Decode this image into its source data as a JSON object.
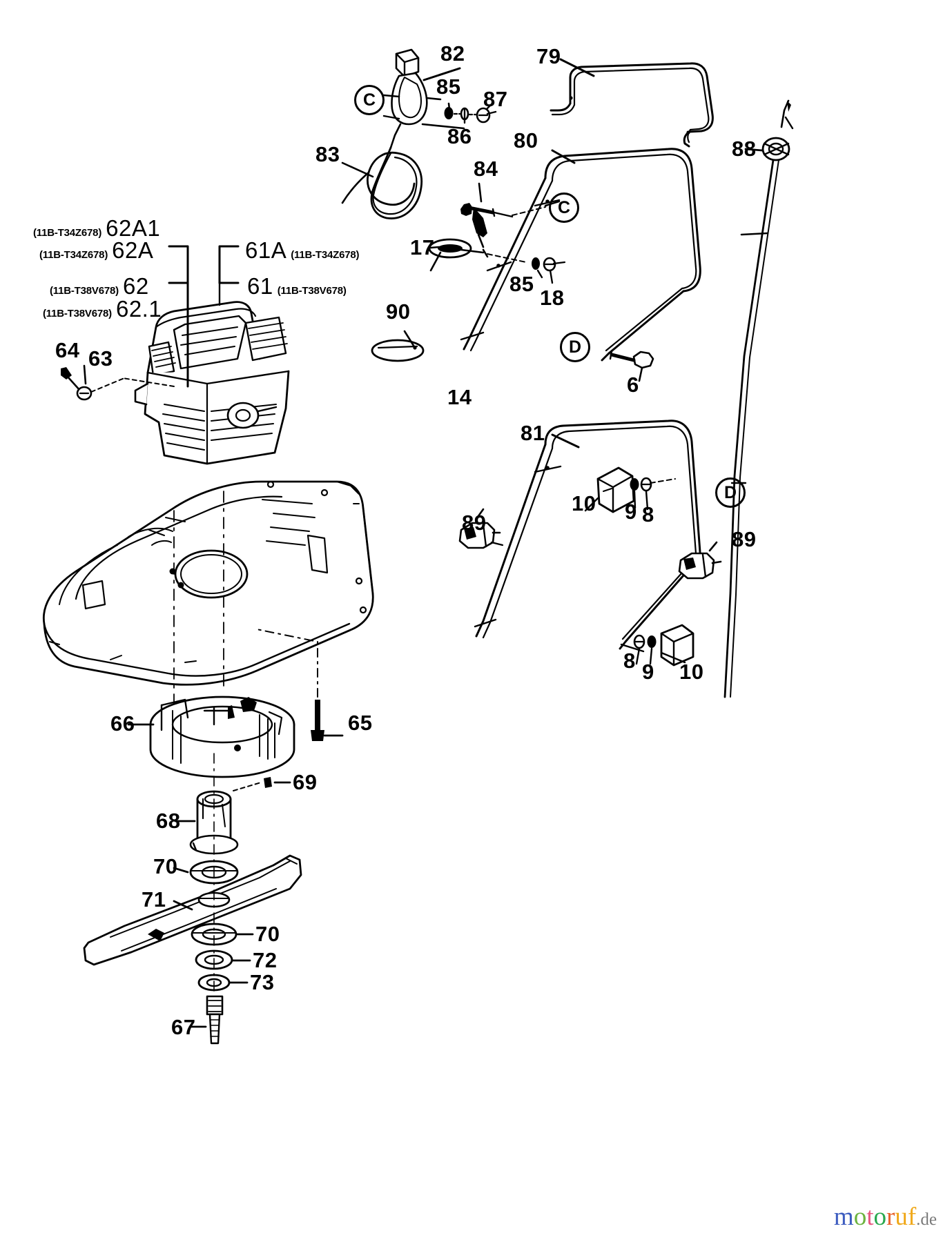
{
  "document": {
    "type": "exploded-parts-diagram",
    "subject": "Lawn mower - engine, deck, blade and handlebar assembly",
    "watermark": {
      "brand": "motoruf",
      "tld": ".de"
    }
  },
  "model_codes": {
    "z678": "(11B-T34Z678)",
    "v678": "(11B-T38V678)"
  },
  "engine_group": [
    {
      "id": "62A1",
      "model": "(11B-T34Z678)",
      "name": "engine-variant-62A1"
    },
    {
      "id": "62A",
      "model": "(11B-T34Z678)",
      "name": "engine-variant-62A"
    },
    {
      "id": "62",
      "model": "(11B-T38V678)",
      "name": "engine-variant-62"
    },
    {
      "id": "62.1",
      "model": "(11B-T38V678)",
      "name": "engine-variant-62-1"
    }
  ],
  "engine_group_right": [
    {
      "id": "61A",
      "model": "(11B-T34Z678)",
      "name": "engine-variant-61A"
    },
    {
      "id": "61",
      "model": "(11B-T38V678)",
      "name": "engine-variant-61"
    }
  ],
  "callouts": [
    {
      "id": "6",
      "name": "callout-6"
    },
    {
      "id": "8",
      "name": "callout-8-upper"
    },
    {
      "id": "9",
      "name": "callout-9-upper"
    },
    {
      "id": "10",
      "name": "callout-10-upper"
    },
    {
      "id": "8",
      "name": "callout-8-lower"
    },
    {
      "id": "9",
      "name": "callout-9-lower"
    },
    {
      "id": "10",
      "name": "callout-10-lower"
    },
    {
      "id": "14",
      "name": "callout-14"
    },
    {
      "id": "17",
      "name": "callout-17"
    },
    {
      "id": "18",
      "name": "callout-18"
    },
    {
      "id": "63",
      "name": "callout-63"
    },
    {
      "id": "64",
      "name": "callout-64"
    },
    {
      "id": "65",
      "name": "callout-65"
    },
    {
      "id": "66",
      "name": "callout-66"
    },
    {
      "id": "67",
      "name": "callout-67"
    },
    {
      "id": "68",
      "name": "callout-68"
    },
    {
      "id": "69",
      "name": "callout-69"
    },
    {
      "id": "70",
      "name": "callout-70-upper"
    },
    {
      "id": "70",
      "name": "callout-70-lower"
    },
    {
      "id": "71",
      "name": "callout-71"
    },
    {
      "id": "72",
      "name": "callout-72"
    },
    {
      "id": "73",
      "name": "callout-73"
    },
    {
      "id": "79",
      "name": "callout-79"
    },
    {
      "id": "80",
      "name": "callout-80"
    },
    {
      "id": "81",
      "name": "callout-81"
    },
    {
      "id": "82",
      "name": "callout-82"
    },
    {
      "id": "83",
      "name": "callout-83"
    },
    {
      "id": "84",
      "name": "callout-84"
    },
    {
      "id": "85",
      "name": "callout-85-upper"
    },
    {
      "id": "85",
      "name": "callout-85-lower"
    },
    {
      "id": "86",
      "name": "callout-86"
    },
    {
      "id": "87",
      "name": "callout-87"
    },
    {
      "id": "88",
      "name": "callout-88"
    },
    {
      "id": "89",
      "name": "callout-89-left"
    },
    {
      "id": "89",
      "name": "callout-89-right"
    },
    {
      "id": "90",
      "name": "callout-90"
    }
  ],
  "labels": {
    "n6": "6",
    "n8a": "8",
    "n8b": "8",
    "n9a": "9",
    "n9b": "9",
    "n10a": "10",
    "n10b": "10",
    "n14": "14",
    "n17": "17",
    "n18": "18",
    "n63": "63",
    "n64": "64",
    "n65": "65",
    "n66": "66",
    "n67": "67",
    "n68": "68",
    "n69": "69",
    "n70a": "70",
    "n70b": "70",
    "n71": "71",
    "n72": "72",
    "n73": "73",
    "n79": "79",
    "n80": "80",
    "n81": "81",
    "n82": "82",
    "n83": "83",
    "n84": "84",
    "n85a": "85",
    "n85b": "85",
    "n86": "86",
    "n87": "87",
    "n88": "88",
    "n89a": "89",
    "n89b": "89",
    "n90": "90",
    "n61": "61",
    "n61A": "61A",
    "n62": "62",
    "n62A": "62A",
    "n62A1": "62A1",
    "n62_1": "62.1",
    "circC1": "C",
    "circC2": "C",
    "circD1": "D",
    "circD2": "D"
  }
}
